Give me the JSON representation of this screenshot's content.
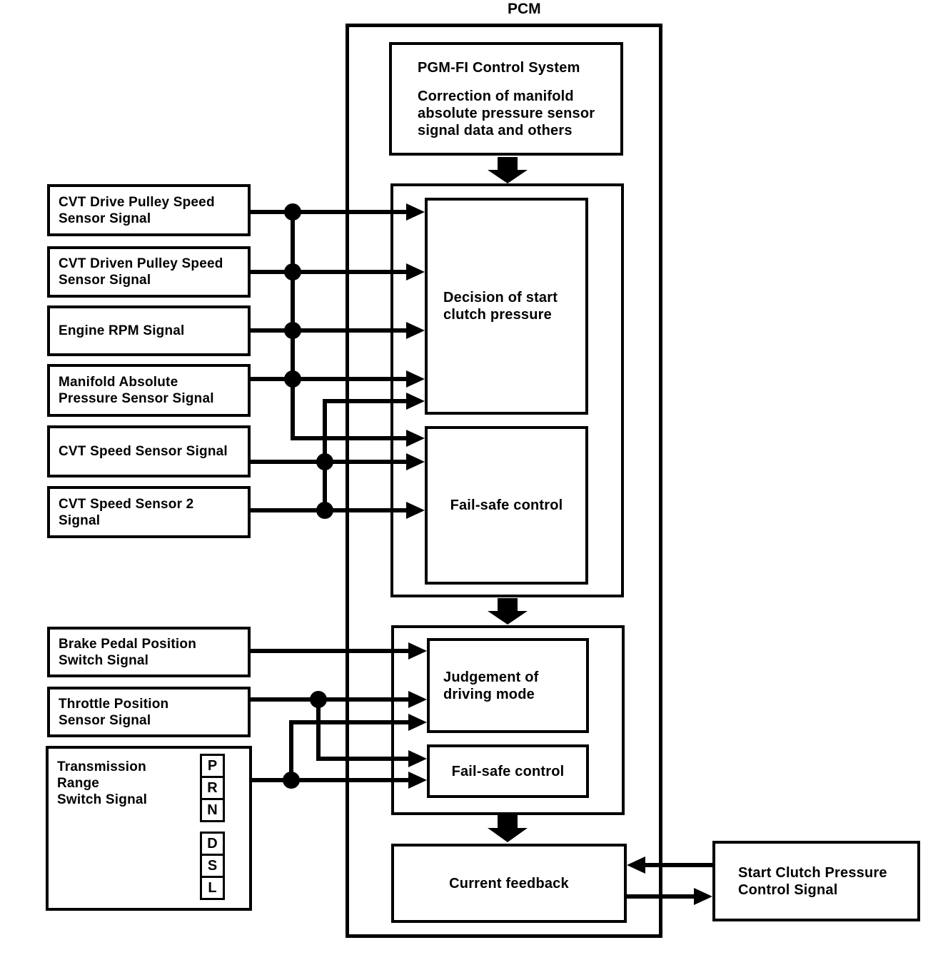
{
  "diagram_title": "PCM",
  "pgmfi": {
    "title": "PGM-FI Control System",
    "body": "Correction of manifold\nabsolute pressure sensor\nsignal data and others"
  },
  "inputs": {
    "cvt_drive": "CVT Drive Pulley Speed\nSensor Signal",
    "cvt_driven": "CVT Driven Pulley Speed\nSensor Signal",
    "engine_rpm": "Engine RPM Signal",
    "map_sensor": "Manifold Absolute\nPressure Sensor Signal",
    "cvt_speed": "CVT Speed Sensor Signal",
    "cvt_speed_2": "CVT Speed Sensor 2\nSignal",
    "brake": "Brake Pedal Position\nSwitch Signal",
    "throttle": "Throttle Position\nSensor Signal",
    "trans_range": "Transmission\nRange\nSwitch Signal"
  },
  "range_positions": {
    "p": "P",
    "r": "R",
    "n": "N",
    "d": "D",
    "s": "S",
    "l": "L"
  },
  "blocks": {
    "decision": "Decision of start\nclutch pressure",
    "failsafe_top": "Fail-safe control",
    "judgement": "Judgement of\ndriving mode",
    "failsafe_mid": "Fail-safe control",
    "current_feedback": "Current feedback",
    "output": "Start Clutch Pressure\nControl Signal"
  },
  "colors": {
    "ink": "#000000",
    "paper": "#ffffff"
  }
}
